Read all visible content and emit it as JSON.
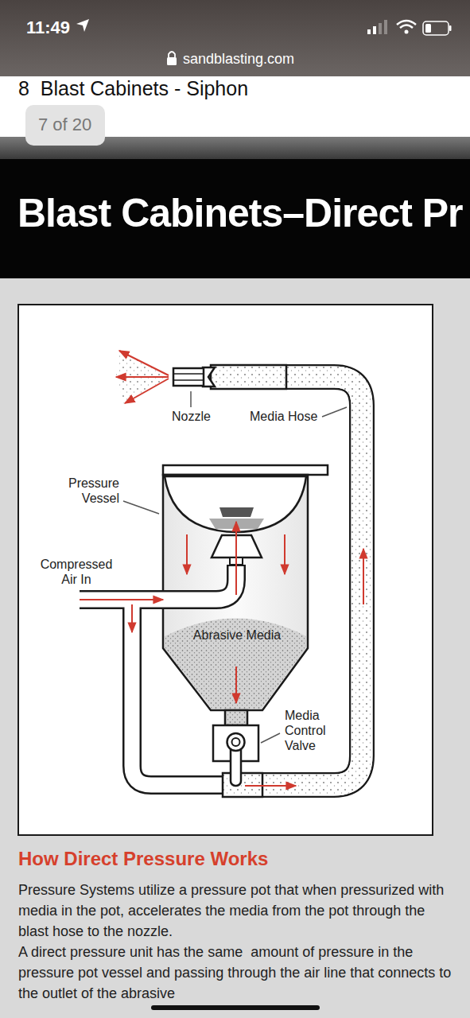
{
  "diagram": {
    "title": "Blast Cabinets–Direct Pr",
    "nodes": [
      {
        "text": [
          "7 of 20"
        ]
      }
    ],
    "labels": [
      "11:49",
      "sandblasting.com",
      "8  Blast Cabinets - Siphon",
      "Nozzle",
      "Media Hose",
      "Pressure Vessel",
      "Compressed Air In",
      "Abrasive Media",
      "Media Control Valve",
      "How Direct Pressure Works",
      "Pressure Systems utilize a pressure pot that when pressurized with media in the pot, accelerates the media from the pot through the blast hose to the nozzle.",
      "A direct pressure unit has the same  amount of pressure in the pressure pot vessel and passing through the air line that connects to the outlet of the abrasive"
    ]
  }
}
